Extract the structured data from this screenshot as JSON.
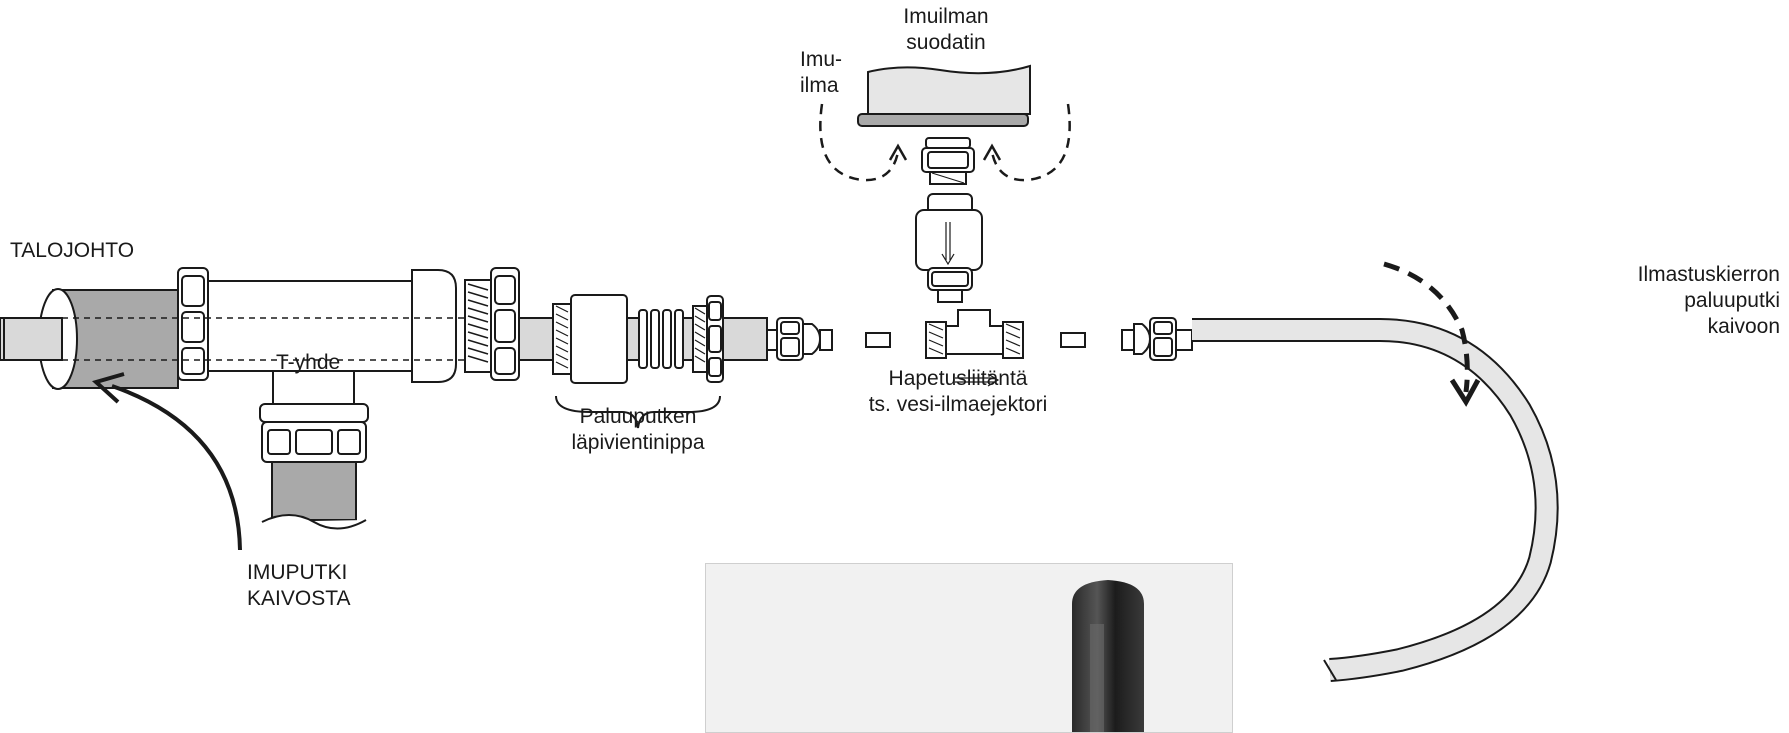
{
  "labels": {
    "house_line": "TALOJOHTO",
    "t_fitting": "T-yhde",
    "suction_pipe": [
      "IMUPUTKI",
      "KAIVOSTA"
    ],
    "return_nipple": [
      "Paluuputken",
      "läpivientinippa"
    ],
    "oxygenation": [
      "Hapetusliitäntä",
      "ts. vesi-ilmaejektori"
    ],
    "intake_filter": [
      "Imuilman",
      "suodatin"
    ],
    "intake_air": [
      "Imu-",
      "ilma"
    ],
    "return_pipe": [
      "Ilmastuskierron",
      "paluuputki",
      "kaivoon"
    ]
  },
  "colors": {
    "line": "#1a1a1a",
    "pipe_grey": "#a9a9a9",
    "light_grey": "#e6e6e6",
    "panel_bg": "#f1f1f1"
  },
  "icons": [
    "curved-arrow-icon",
    "dashed-arrow-icon",
    "flow-arrow-icon"
  ]
}
